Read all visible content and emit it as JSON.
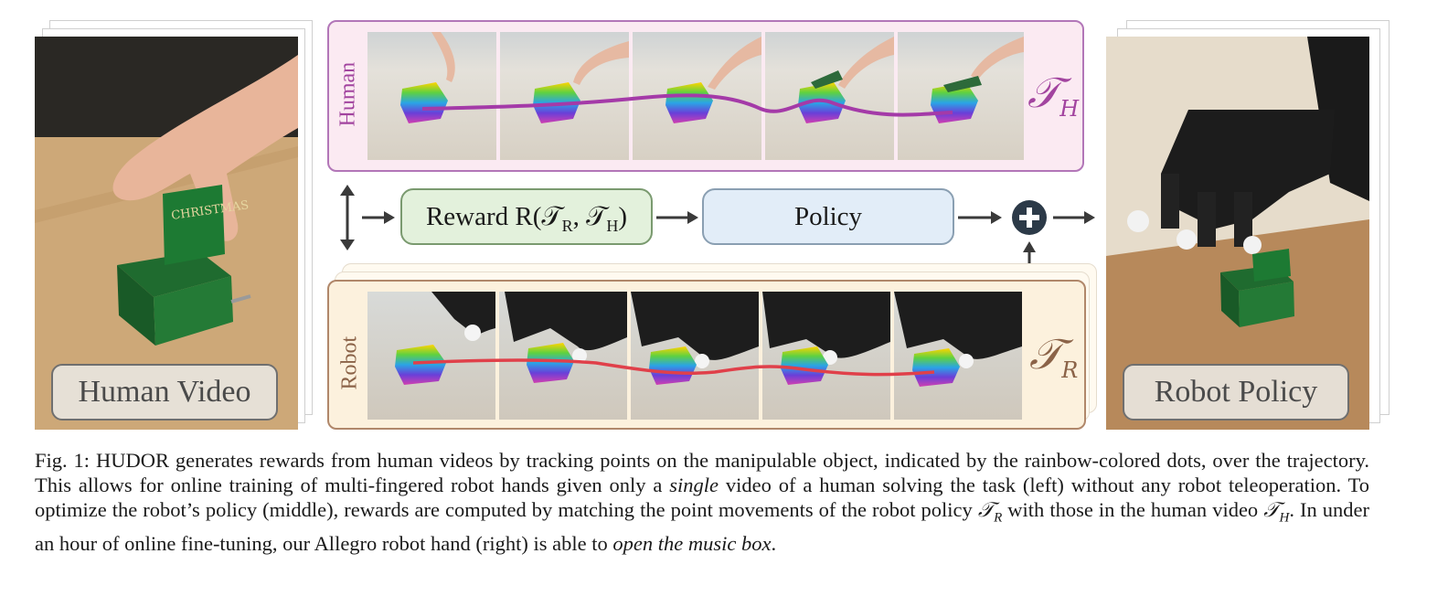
{
  "figure": {
    "left_label": "Human Video",
    "right_label": "Robot Policy",
    "human_panel": {
      "label": "Human",
      "symbol": "𝒯",
      "subscript": "H"
    },
    "robot_panel": {
      "label": "Robot",
      "symbol": "𝒯",
      "subscript": "R"
    },
    "reward_box": {
      "text": "Reward R(𝒯",
      "sub1": "R",
      "mid": ", 𝒯",
      "sub2": "H",
      "close": ")"
    },
    "policy_box": {
      "text": "Policy"
    },
    "plus_symbol": "+"
  },
  "caption": {
    "fig_label": "Fig. 1:",
    "method_h": "H",
    "method_rest": "U",
    "method_tail": "DOR",
    "part1": " generates rewards from human videos by tracking points on the manipulable object, indicated by the rainbow-colored dots, over the trajectory. This allows for online training of multi-fingered robot hands given only a ",
    "single": "single",
    "part2": " video of a human solving the task (left) without any robot teleoperation. To optimize the robot’s policy (middle), rewards are computed by matching the point movements of the robot policy ",
    "tr": "𝒯",
    "tr_sub": "R",
    "part3": " with those in the human video ",
    "th": "𝒯",
    "th_sub": "H",
    "part4": ". In under an hour of online fine-tuning, our Allegro robot hand (right) is able to ",
    "task": "open the music box",
    "end": "."
  },
  "colors": {
    "human_panel_border": "#b276b8",
    "human_traj": "#a43aa8",
    "robot_panel_border": "#b0876a",
    "robot_traj": "#e0404a",
    "reward_fill": "#e3f1dc",
    "policy_fill": "#e2edf8"
  }
}
